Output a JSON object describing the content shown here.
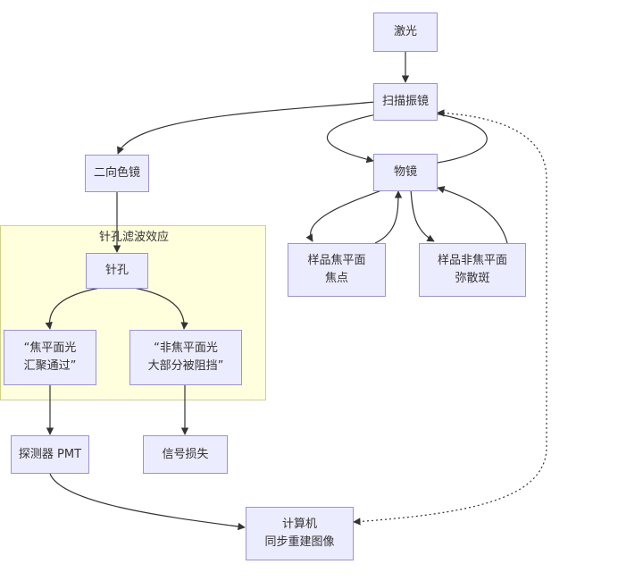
{
  "group": {
    "title": "针孔滤波效应"
  },
  "nodes": {
    "laser": "激光",
    "scanner": "扫描振镜",
    "dichroic": "二向色镜",
    "objective": "物镜",
    "focal_spot": "样品焦平面\n焦点",
    "nonfocal_spot": "样品非焦平面\n弥散斑",
    "pinhole": "针孔",
    "focal_pass": "“焦平面光\n汇聚通过”",
    "nonfocal_block": "“非焦平面光\n大部分被阻挡”",
    "detector": "探测器 PMT",
    "signal_loss": "信号损失",
    "computer": "计算机\n同步重建图像"
  },
  "colors": {
    "node_fill": "#ececff",
    "node_border": "#9a92d8",
    "group_fill": "#ffffde",
    "edge": "#333333"
  }
}
